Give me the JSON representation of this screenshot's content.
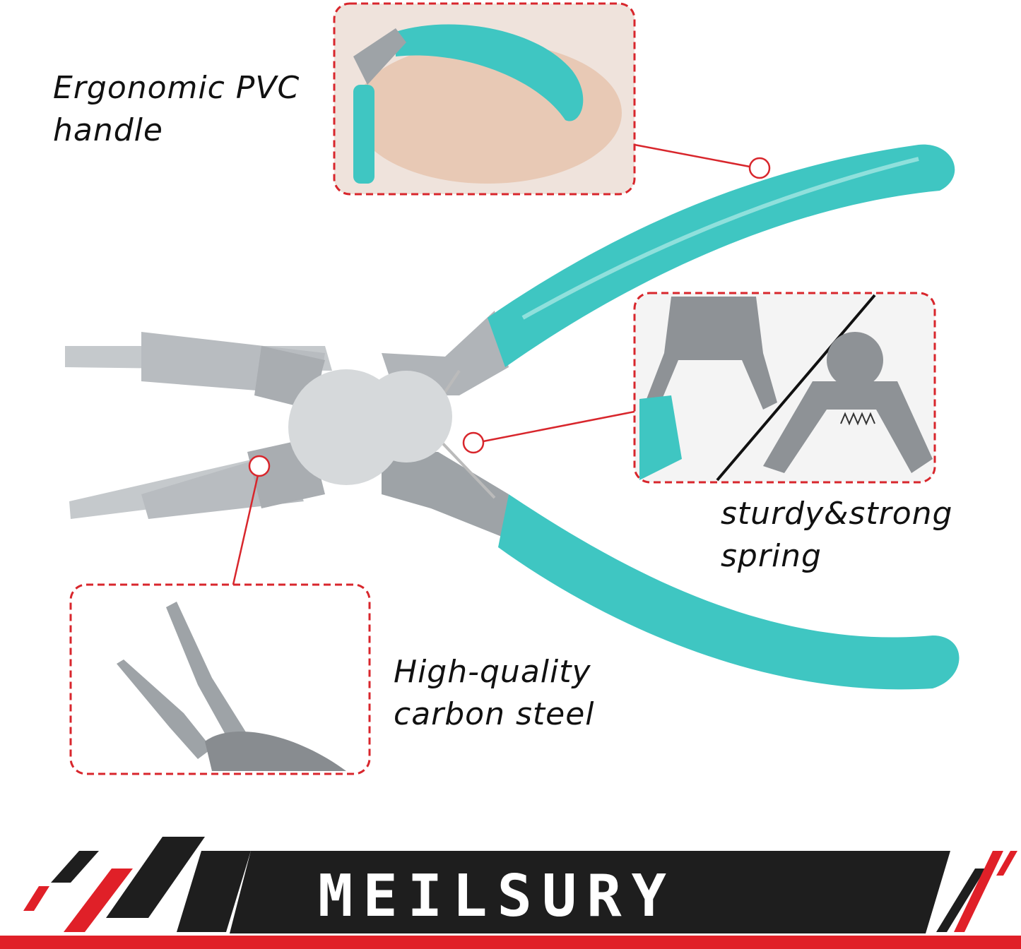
{
  "colors": {
    "accent_red": "#e02028",
    "handle_teal": "#3fc6c2",
    "steel": "#b8bcc0",
    "banner_black": "#1e1e1e"
  },
  "callouts": [
    {
      "label_line1": "Ergonomic PVC",
      "label_line2": "handle"
    },
    {
      "label_line1": "sturdy&strong",
      "label_line2": "spring"
    },
    {
      "label_line1": "High-quality",
      "label_line2": "carbon steel"
    }
  ],
  "brand": {
    "name": "MEILSURY"
  }
}
